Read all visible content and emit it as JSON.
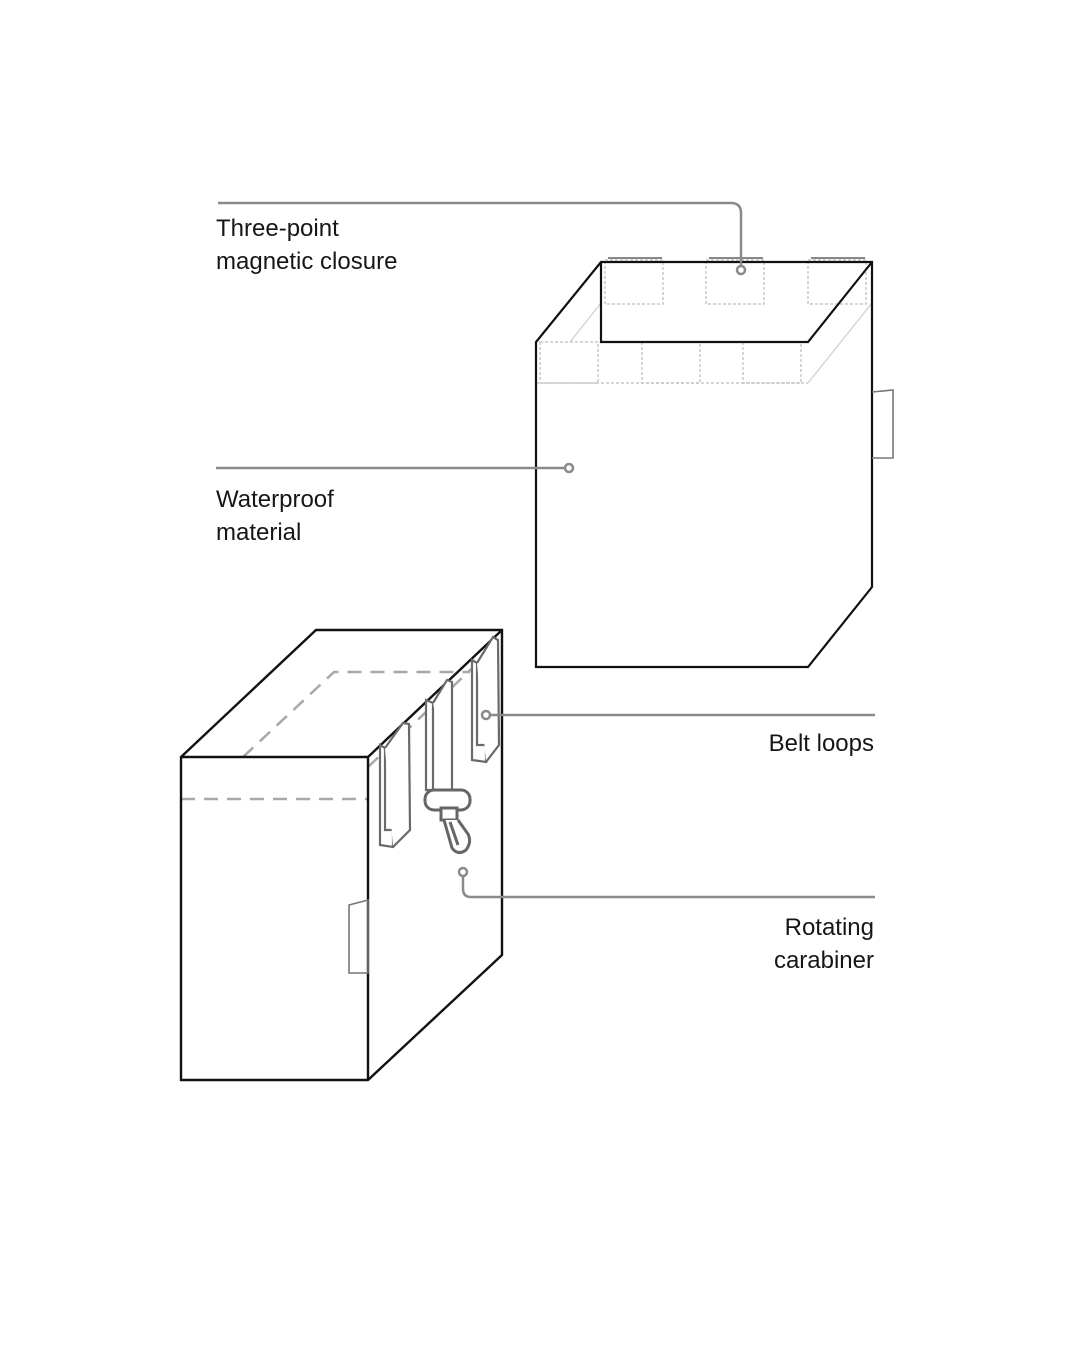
{
  "callouts": {
    "closure": {
      "line1": "Three-point",
      "line2": "magnetic closure"
    },
    "material": {
      "line1": "Waterproof",
      "line2": "material"
    },
    "loops": {
      "line1": "Belt loops"
    },
    "carabiner": {
      "line1": "Rotating",
      "line2": "carabiner"
    }
  },
  "colors": {
    "outline": "#111111",
    "callout": "#8a8a8a",
    "dashed": "#c8c8c8",
    "hardware": "#6a6a6a"
  }
}
